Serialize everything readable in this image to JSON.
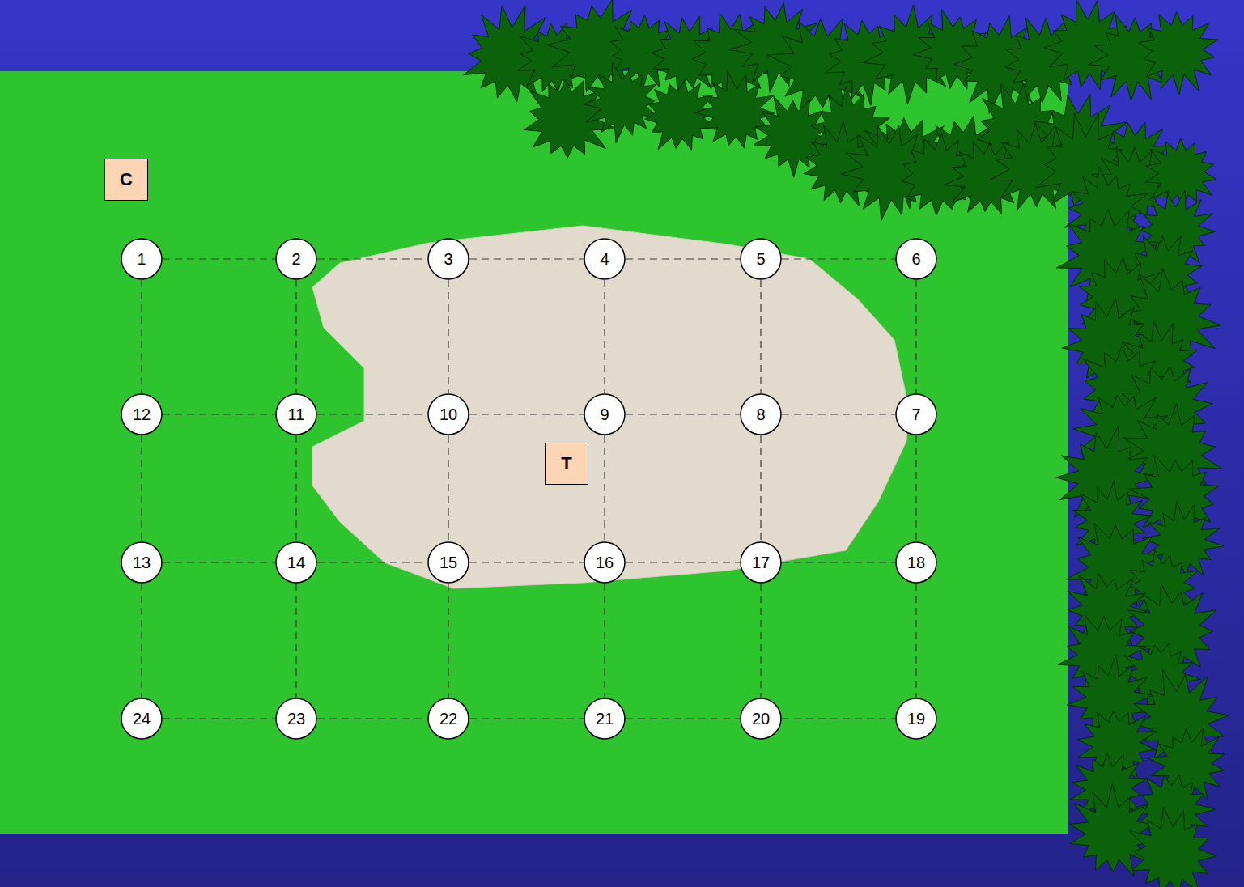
{
  "diagram": {
    "nodes": [
      {
        "text": [
          "C"
        ]
      },
      {
        "text": [
          "1"
        ]
      },
      {
        "text": [
          "2"
        ]
      },
      {
        "text": [
          "3"
        ]
      },
      {
        "text": [
          "4"
        ]
      },
      {
        "text": [
          "5"
        ]
      },
      {
        "text": [
          "6"
        ]
      },
      {
        "text": [
          "12"
        ]
      },
      {
        "text": [
          "11"
        ]
      },
      {
        "text": [
          "10"
        ]
      },
      {
        "text": [
          "9"
        ]
      },
      {
        "text": [
          "8"
        ]
      },
      {
        "text": [
          "7"
        ]
      },
      {
        "text": [
          "T"
        ]
      },
      {
        "text": [
          "13"
        ]
      },
      {
        "text": [
          "14"
        ]
      },
      {
        "text": [
          "15"
        ]
      },
      {
        "text": [
          "16"
        ]
      },
      {
        "text": [
          "17"
        ]
      },
      {
        "text": [
          "18"
        ]
      },
      {
        "text": [
          "24"
        ]
      },
      {
        "text": [
          "23"
        ]
      },
      {
        "text": [
          "22"
        ]
      },
      {
        "text": [
          "21"
        ]
      },
      {
        "text": [
          "20"
        ]
      },
      {
        "text": [
          "19"
        ]
      }
    ],
    "edges": [
      {
        "from": 1,
        "to": 2,
        "arrow": "none"
      },
      {
        "from": 2,
        "to": 3,
        "arrow": "none"
      },
      {
        "from": 3,
        "to": 4,
        "arrow": "none"
      },
      {
        "from": 4,
        "to": 5,
        "arrow": "none"
      },
      {
        "from": 5,
        "to": 6,
        "arrow": "none"
      },
      {
        "from": 7,
        "to": 8,
        "arrow": "none"
      },
      {
        "from": 8,
        "to": 9,
        "arrow": "none"
      },
      {
        "from": 9,
        "to": 10,
        "arrow": "none"
      },
      {
        "from": 10,
        "to": 11,
        "arrow": "none"
      },
      {
        "from": 11,
        "to": 12,
        "arrow": "none"
      },
      {
        "from": 14,
        "to": 15,
        "arrow": "none"
      },
      {
        "from": 15,
        "to": 16,
        "arrow": "none"
      },
      {
        "from": 16,
        "to": 17,
        "arrow": "none"
      },
      {
        "from": 17,
        "to": 18,
        "arrow": "none"
      },
      {
        "from": 18,
        "to": 19,
        "arrow": "none"
      },
      {
        "from": 20,
        "to": 21,
        "arrow": "none"
      },
      {
        "from": 21,
        "to": 22,
        "arrow": "none"
      },
      {
        "from": 22,
        "to": 23,
        "arrow": "none"
      },
      {
        "from": 23,
        "to": 24,
        "arrow": "none"
      },
      {
        "from": 24,
        "to": 25,
        "arrow": "none"
      },
      {
        "from": 1,
        "to": 7,
        "arrow": "none"
      },
      {
        "from": 2,
        "to": 8,
        "arrow": "none"
      },
      {
        "from": 3,
        "to": 9,
        "arrow": "none"
      },
      {
        "from": 4,
        "to": 10,
        "arrow": "none"
      },
      {
        "from": 5,
        "to": 11,
        "arrow": "none"
      },
      {
        "from": 6,
        "to": 12,
        "arrow": "none"
      },
      {
        "from": 7,
        "to": 14,
        "arrow": "none"
      },
      {
        "from": 8,
        "to": 15,
        "arrow": "none"
      },
      {
        "from": 9,
        "to": 16,
        "arrow": "none"
      },
      {
        "from": 10,
        "to": 17,
        "arrow": "none"
      },
      {
        "from": 11,
        "to": 18,
        "arrow": "none"
      },
      {
        "from": 12,
        "to": 19,
        "arrow": "none"
      },
      {
        "from": 14,
        "to": 20,
        "arrow": "none"
      },
      {
        "from": 15,
        "to": 21,
        "arrow": "none"
      },
      {
        "from": 16,
        "to": 22,
        "arrow": "none"
      },
      {
        "from": 17,
        "to": 23,
        "arrow": "none"
      },
      {
        "from": 18,
        "to": 24,
        "arrow": "none"
      },
      {
        "from": 19,
        "to": 25,
        "arrow": "none"
      }
    ]
  }
}
